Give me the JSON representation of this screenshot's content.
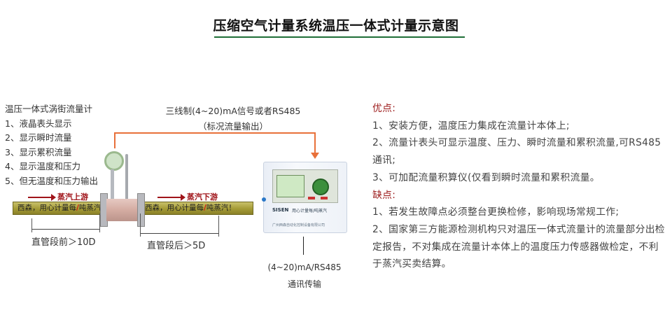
{
  "title": "压缩空气计量系统温压一体式计量示意图",
  "colors": {
    "title_rule": "#1f6f37",
    "signal_line": "#e8703a",
    "heading_red": "#9c1b1b",
    "flow_red": "#a0141a",
    "pipe": "#b3aa45"
  },
  "features": {
    "heading": "温压一体式涡街流量计",
    "items": [
      "1、液晶表头显示",
      "2、显示瞬时流量",
      "3、显示累积流量",
      "4、显示温度和压力",
      "5、但无温度和压力输出"
    ]
  },
  "signal": {
    "line1": "三线制(4~20)mA信号或者RS485",
    "line2": "（标况流量输出）"
  },
  "pipe": {
    "upstream_label": "蒸汽上游",
    "downstream_label": "蒸汽下游",
    "slogan_left": "西森，用心计量每",
    "slogan_right": "吨蒸汽！",
    "slash": "/"
  },
  "dimensions": {
    "before": "直管段前＞10D",
    "after": "直管段后＞5D"
  },
  "cabinet": {
    "brand": "SISEN",
    "slogan": "用心计量每/吨蒸汽",
    "company": "广州西森自动化控制设备有限公司"
  },
  "comm": {
    "line1": "(4~20)mA/RS485",
    "line2": "通讯传输"
  },
  "advantages": {
    "heading": "优点:",
    "items": [
      "1、安装方便，温度压力集成在流量计本体上;",
      "2、流量计表头可显示温度、压力、瞬时流量和累积流量,可RS485通讯;",
      "3、可加配流量积算仪(仅看到瞬时流量和累积流量。"
    ]
  },
  "disadvantages": {
    "heading": "缺点:",
    "items": [
      "1、若发生故障点必须整台更换检修，影响现场常规工作;",
      "2、国家第三方能源检测机构只对温压一体式流量计的流量部分出检定报告，不对集成在流量计本体上的温度压力传感器做检定，不利于蒸汽买卖结算。"
    ]
  }
}
